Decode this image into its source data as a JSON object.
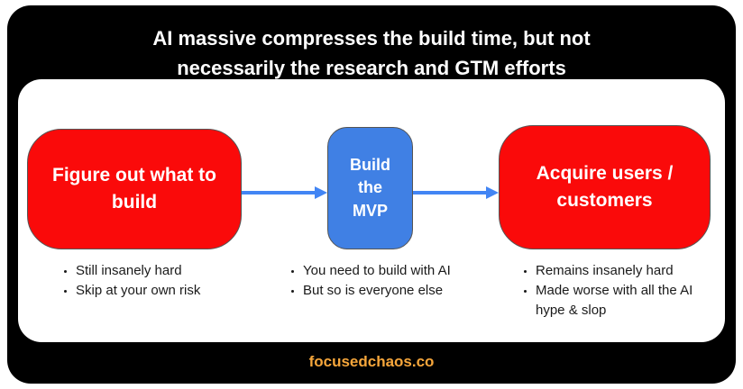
{
  "header": {
    "title": "AI massive compresses the build time, but not necessarily the research and GTM efforts"
  },
  "steps": [
    {
      "label": "Figure out what to build",
      "notes": [
        "Still insanely hard",
        "Skip at your own risk"
      ]
    },
    {
      "label": "Build the MVP",
      "notes": [
        "You need to build with AI",
        "But so is everyone else"
      ]
    },
    {
      "label": "Acquire users / customers",
      "notes": [
        "Remains insanely hard",
        "Made worse with all the AI hype & slop"
      ]
    }
  ],
  "footer": {
    "brand": "focusedchaos.co"
  },
  "colors": {
    "box_red": "#fa0a0a",
    "box_blue": "#4080e4",
    "arrow_blue": "#4285f4",
    "brand_orange": "#f6a63b",
    "background_black": "#000000",
    "panel_white": "#ffffff"
  }
}
